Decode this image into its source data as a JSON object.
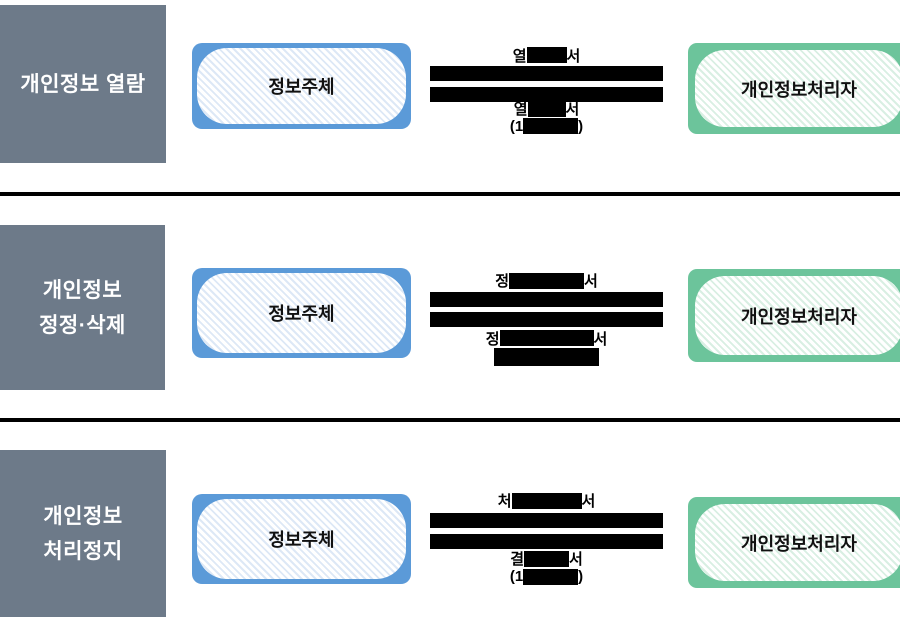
{
  "colors": {
    "section-bg": "#6d7a89",
    "subject-border": "#5b9ad8",
    "processor-border": "#6cc49b",
    "node-text": "#111111",
    "label-text": "#ffffff",
    "redaction": "#000000"
  },
  "rows": [
    {
      "section_label": {
        "line1": "개인정보 열람",
        "line2": ""
      },
      "subject": "정보주체",
      "processor": "개인정보처리자",
      "request": {
        "prefix": "열",
        "suffix": "서"
      },
      "response": {
        "prefix": "열",
        "suffix": "서"
      },
      "note": {
        "prefix": "(1",
        "suffix": ")"
      }
    },
    {
      "section_label": {
        "line1": "개인정보",
        "line2": "정정·삭제"
      },
      "subject": "정보주체",
      "processor": "개인정보처리자",
      "request": {
        "prefix": "정",
        "suffix": "서"
      },
      "response": {
        "prefix": "정",
        "suffix": "서"
      },
      "note": {
        "prefix": "",
        "suffix": ""
      }
    },
    {
      "section_label": {
        "line1": "개인정보",
        "line2": "처리정지"
      },
      "subject": "정보주체",
      "processor": "개인정보처리자",
      "request": {
        "prefix": "처",
        "suffix": "서"
      },
      "response": {
        "prefix": "결",
        "suffix": "서"
      },
      "note": {
        "prefix": "(1",
        "suffix": ")"
      }
    }
  ]
}
